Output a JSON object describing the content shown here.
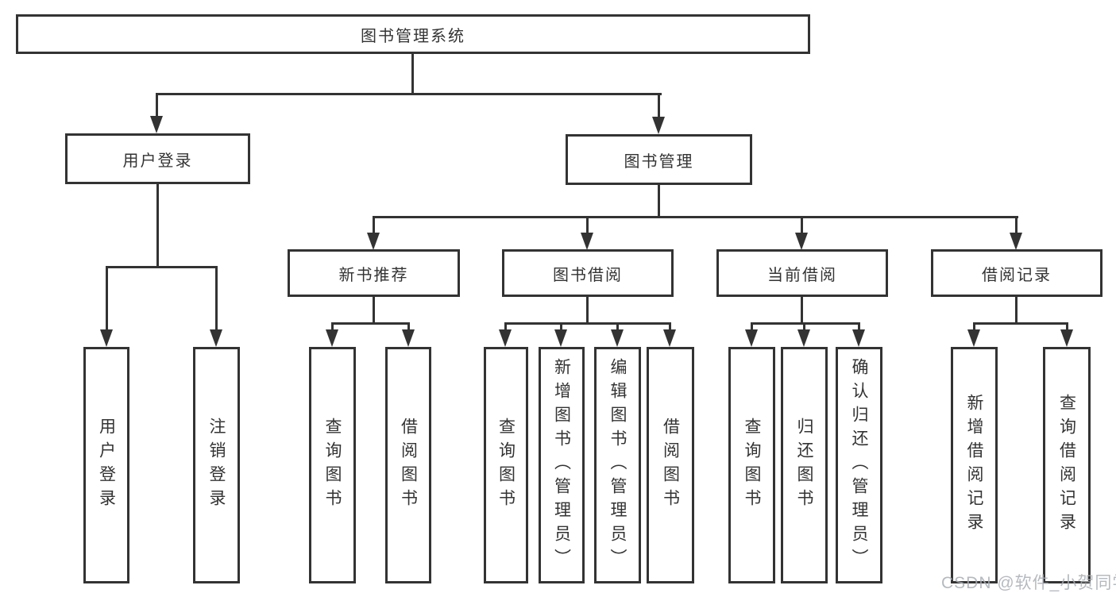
{
  "diagram": {
    "type": "hierarchy-tree",
    "tree": {
      "label": "图书管理系统",
      "children": [
        {
          "label": "用户登录",
          "children": [
            {
              "label": "用户登录"
            },
            {
              "label": "注销登录"
            }
          ]
        },
        {
          "label": "图书管理",
          "children": [
            {
              "label": "新书推荐",
              "children": [
                {
                  "label": "查询图书"
                },
                {
                  "label": "借阅图书"
                }
              ]
            },
            {
              "label": "图书借阅",
              "children": [
                {
                  "label": "查询图书"
                },
                {
                  "label": "新增图书（管理员）"
                },
                {
                  "label": "编辑图书（管理员）"
                },
                {
                  "label": "借阅图书"
                }
              ]
            },
            {
              "label": "当前借阅",
              "children": [
                {
                  "label": "查询图书"
                },
                {
                  "label": "归还图书"
                },
                {
                  "label": "确认归还（管理员）"
                }
              ]
            },
            {
              "label": "借阅记录",
              "children": [
                {
                  "label": "新增借阅记录"
                },
                {
                  "label": "查询借阅记录"
                }
              ]
            }
          ]
        }
      ]
    }
  },
  "watermark": {
    "text": "CSDN @软件_小贺同学"
  },
  "colors": {
    "line": "#333333",
    "text": "#333333",
    "background": "#ffffff",
    "box_fill": "#ffffff",
    "watermark": "#a9aeb4"
  }
}
